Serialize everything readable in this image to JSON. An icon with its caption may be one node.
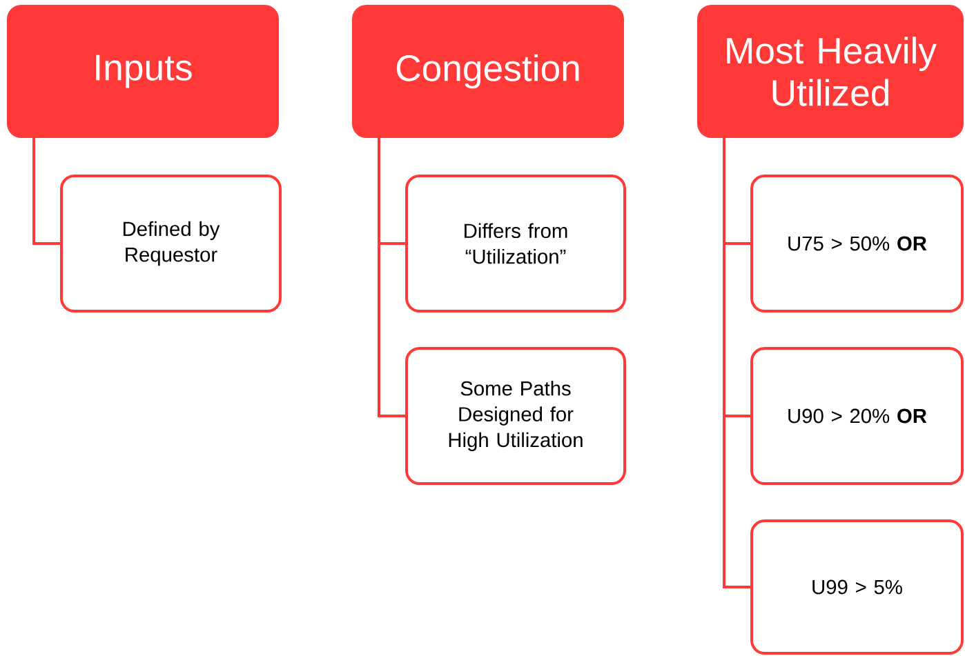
{
  "diagram": {
    "nodes": [
      {
        "text": [
          "Inputs"
        ]
      },
      {
        "text": [
          "Defined by Requestor"
        ]
      },
      {
        "text": [
          "Congestion"
        ]
      },
      {
        "text": [
          "Differs from “Utilization”"
        ]
      },
      {
        "text": [
          "Some Paths Designed for High Utilization"
        ]
      },
      {
        "text": [
          "Most Heavily Utilized"
        ]
      },
      {
        "text": [
          "U75 > 50% **OR**"
        ]
      },
      {
        "text": [
          "U90 > 20% **OR**"
        ]
      },
      {
        "text": [
          "U99 > 5%"
        ]
      }
    ],
    "edges": [
      {
        "from": 0,
        "to": 1,
        "arrow": "none"
      },
      {
        "from": 2,
        "to": 3,
        "arrow": "none"
      },
      {
        "from": 2,
        "to": 4,
        "arrow": "none"
      },
      {
        "from": 5,
        "to": 6,
        "arrow": "none"
      },
      {
        "from": 5,
        "to": 7,
        "arrow": "none"
      },
      {
        "from": 5,
        "to": 8,
        "arrow": "none"
      }
    ]
  }
}
